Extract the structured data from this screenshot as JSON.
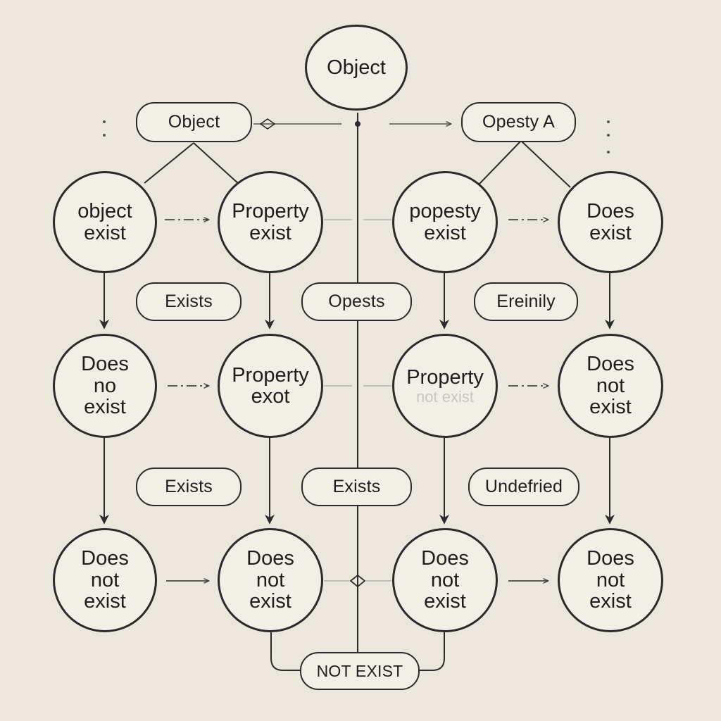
{
  "top": {
    "label": "Object"
  },
  "headers": {
    "left": "Object",
    "right": "Opesty A"
  },
  "row1": {
    "c1": [
      "object",
      "exist"
    ],
    "c2": [
      "Property",
      "exist"
    ],
    "c3": [
      "popesty",
      "exist"
    ],
    "c4": [
      "Does",
      "exist"
    ]
  },
  "labels1": {
    "l1": "Exists",
    "l2": "Opests",
    "l3": "Ereinily"
  },
  "row2": {
    "c1": [
      "Does",
      "no",
      "exist"
    ],
    "c2": [
      "Property",
      "exot"
    ],
    "c3": [
      "Property",
      "not exist"
    ],
    "c4": [
      "Does",
      "not",
      "exist"
    ]
  },
  "labels2": {
    "l1": "Exists",
    "l2": "Exists",
    "l3": "Undefried"
  },
  "row3": {
    "c1": [
      "Does",
      "not",
      "exist"
    ],
    "c2": [
      "Does",
      "not",
      "exist"
    ],
    "c3": [
      "Does",
      "not",
      "exist"
    ],
    "c4": [
      "Does",
      "not",
      "exist"
    ]
  },
  "bottom": {
    "label": "NOT EXIST"
  }
}
